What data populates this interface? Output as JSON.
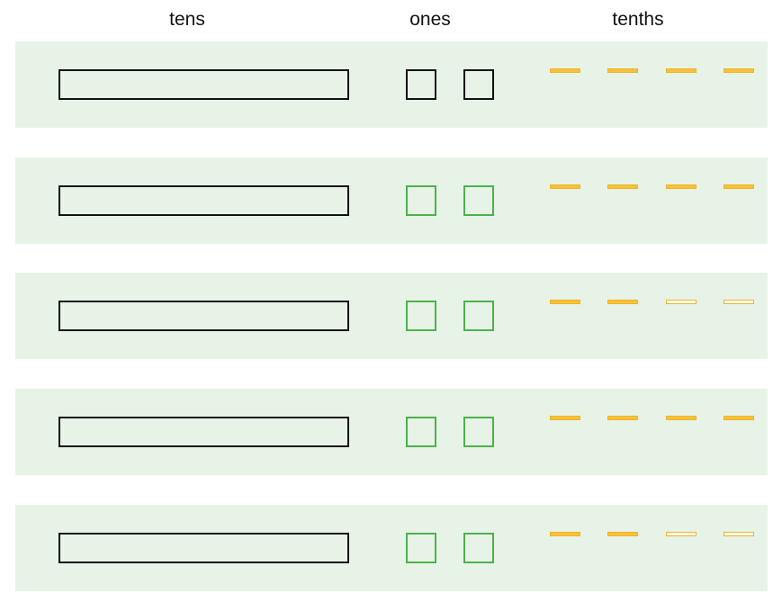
{
  "headers": {
    "tens": "tens",
    "ones": "ones",
    "tenths": "tenths"
  },
  "colors": {
    "band": "#e8f3e8",
    "outline_dark": "#111111",
    "outline_green": "#4cb24c",
    "tenth_fill": "#f7c23b"
  },
  "rows": [
    {
      "tens_count": 1,
      "ones": [
        {
          "color": "dark"
        },
        {
          "color": "dark"
        }
      ],
      "tenths": [
        {
          "filled": true
        },
        {
          "filled": true
        },
        {
          "filled": true
        },
        {
          "filled": true
        }
      ]
    },
    {
      "tens_count": 1,
      "ones": [
        {
          "color": "green"
        },
        {
          "color": "green"
        }
      ],
      "tenths": [
        {
          "filled": true
        },
        {
          "filled": true
        },
        {
          "filled": true
        },
        {
          "filled": true
        }
      ]
    },
    {
      "tens_count": 1,
      "ones": [
        {
          "color": "green"
        },
        {
          "color": "green"
        }
      ],
      "tenths": [
        {
          "filled": true
        },
        {
          "filled": true
        },
        {
          "filled": false
        },
        {
          "filled": false
        }
      ]
    },
    {
      "tens_count": 1,
      "ones": [
        {
          "color": "green"
        },
        {
          "color": "green"
        }
      ],
      "tenths": [
        {
          "filled": true
        },
        {
          "filled": true
        },
        {
          "filled": true
        },
        {
          "filled": true
        }
      ]
    },
    {
      "tens_count": 1,
      "ones": [
        {
          "color": "green"
        },
        {
          "color": "green"
        }
      ],
      "tenths": [
        {
          "filled": true
        },
        {
          "filled": true
        },
        {
          "filled": false
        },
        {
          "filled": false
        }
      ]
    }
  ]
}
